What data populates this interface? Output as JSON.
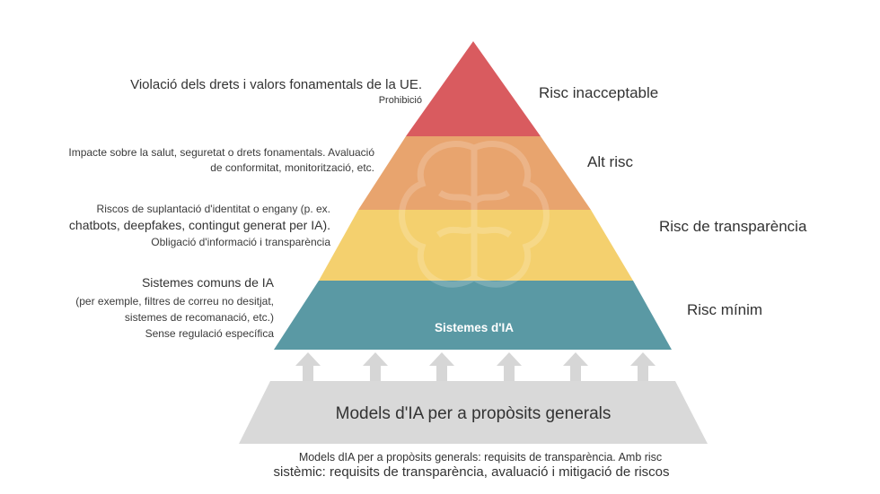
{
  "tiers": [
    {
      "key": "unacceptable",
      "label": "Risc inacceptable",
      "color": "#d95b5f",
      "desc_main": "Violació dels drets i valors fonamentals de la UE.",
      "desc_sub": "Prohibició"
    },
    {
      "key": "high",
      "label": "Alt risc",
      "color": "#e8a46e",
      "desc_line1": "Impacte sobre la salut, seguretat o drets fonamentals. Avaluació",
      "desc_line2": "de conformitat, monitorització, etc."
    },
    {
      "key": "transparency",
      "label": "Risc de transparència",
      "color": "#f4d06e",
      "desc_line1": "Riscos de suplantació d'identitat o engany (p. ex.",
      "desc_line2": "chatbots, deepfakes, contingut generat per IA).",
      "desc_line3": "Obligació d'informació i transparència"
    },
    {
      "key": "minimal",
      "label": "Risc mínim",
      "color": "#5a99a4",
      "inner_label": "Sistemes d'IA",
      "desc_line1": "Sistemes comuns de IA",
      "desc_line2": "(per exemple, filtres de correu no desitjat,",
      "desc_line3": "sistemes de recomanació, etc.)",
      "desc_line4": "Sense regulació específica"
    }
  ],
  "base": {
    "title": "Models d'IA per a propòsits generals",
    "color": "#d9d9d9",
    "arrow_color": "#d6d6d6"
  },
  "footer": {
    "line1": "Models dIA per a propòsits generals: requisits de transparència. Amb risc",
    "line2": "sistèmic: requisits de transparència, avaluació i mitigació de riscos"
  }
}
